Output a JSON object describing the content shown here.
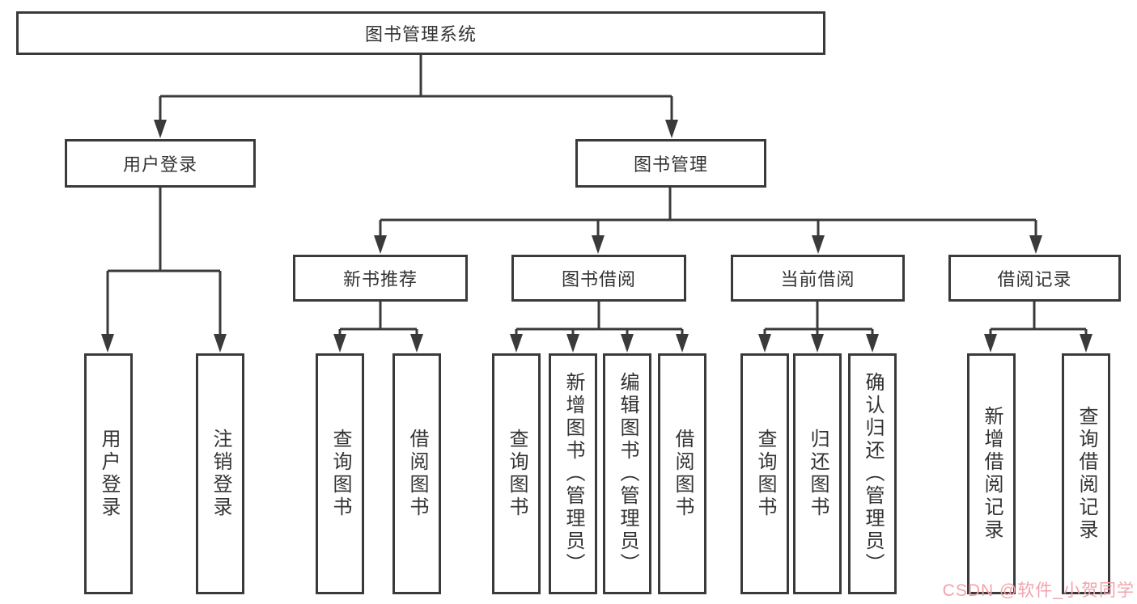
{
  "diagram": {
    "type": "tree",
    "root": {
      "label": "图书管理系统",
      "children": [
        {
          "label": "用户登录",
          "children": [
            {
              "label": "用户登录"
            },
            {
              "label": "注销登录"
            }
          ]
        },
        {
          "label": "图书管理",
          "children": [
            {
              "label": "新书推荐",
              "children": [
                {
                  "label": "查询图书"
                },
                {
                  "label": "借阅图书"
                }
              ]
            },
            {
              "label": "图书借阅",
              "children": [
                {
                  "label": "查询图书"
                },
                {
                  "label": "新增图书（管理员）"
                },
                {
                  "label": "编辑图书（管理员）"
                },
                {
                  "label": "借阅图书"
                }
              ]
            },
            {
              "label": "当前借阅",
              "children": [
                {
                  "label": "查询图书"
                },
                {
                  "label": "归还图书"
                },
                {
                  "label": "确认归还（管理员）"
                }
              ]
            },
            {
              "label": "借阅记录",
              "children": [
                {
                  "label": "新增借阅记录"
                },
                {
                  "label": "查询借阅记录"
                }
              ]
            }
          ]
        }
      ]
    }
  },
  "watermark": {
    "text": "CSDN @软件_小贺同学"
  },
  "colors": {
    "line": "#3a3a3a",
    "text": "#333333",
    "background": "#ffffff",
    "watermark": "#f2a3ab"
  }
}
